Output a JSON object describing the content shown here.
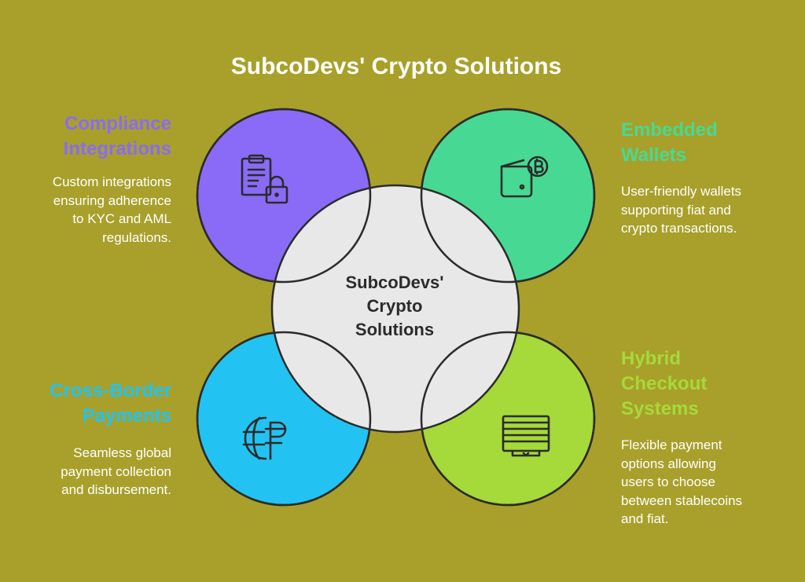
{
  "title": "SubcoDevs' Crypto Solutions",
  "center": {
    "lines": [
      "SubcoDevs'",
      "Crypto",
      "Solutions"
    ],
    "color": "#E8E8E8"
  },
  "items": [
    {
      "heading_lines": [
        "Compliance",
        "Integrations"
      ],
      "desc_lines": [
        "Custom integrations",
        "ensuring adherence",
        "to KYC and AML",
        "regulations."
      ],
      "color": "#8A6BF7",
      "icon": "clipboard-lock-icon"
    },
    {
      "heading_lines": [
        "Embedded",
        "Wallets"
      ],
      "desc_lines": [
        "User-friendly wallets",
        "supporting fiat and",
        "crypto transactions."
      ],
      "color": "#47D993",
      "icon": "bitcoin-wallet-icon"
    },
    {
      "heading_lines": [
        "Cross-Border",
        "Payments"
      ],
      "desc_lines": [
        "Seamless global",
        "payment collection",
        "and disbursement."
      ],
      "color": "#22C3F2",
      "icon": "globe-currency-icon"
    },
    {
      "heading_lines": [
        "Hybrid",
        "Checkout",
        "Systems"
      ],
      "desc_lines": [
        "Flexible payment",
        "options allowing",
        "users to choose",
        "between stablecoins",
        "and fiat."
      ],
      "color": "#A6D93A",
      "icon": "payment-terminal-icon"
    }
  ]
}
